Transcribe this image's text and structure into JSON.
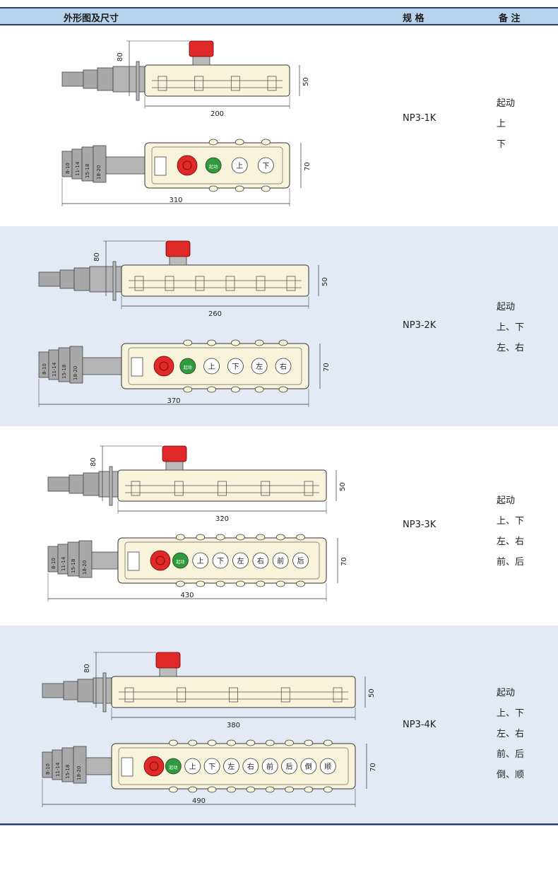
{
  "header": {
    "col_drawing": "外形图及尺寸",
    "col_spec": "规 格",
    "col_notes": "备 注"
  },
  "colors": {
    "header_bg": "#b8d4ec",
    "row_shade": "#e3eaf5",
    "body": "#f8f4dc",
    "estop": "#e02a2a",
    "start": "#2e9c3c"
  },
  "rows": [
    {
      "model": "NP3-1K",
      "notes": [
        "起动",
        "上",
        "下"
      ],
      "side": {
        "height": "80",
        "body_height": "50",
        "length": "200"
      },
      "front": {
        "width": "70",
        "length": "310"
      },
      "buttons": [
        "起动",
        "上",
        "下"
      ]
    },
    {
      "model": "NP3-2K",
      "notes": [
        "起动",
        "上、下",
        "左、右"
      ],
      "side": {
        "height": "80",
        "body_height": "50",
        "length": "260"
      },
      "front": {
        "width": "70",
        "length": "370"
      },
      "buttons": [
        "起动",
        "上",
        "下",
        "左",
        "右"
      ]
    },
    {
      "model": "NP3-3K",
      "notes": [
        "起动",
        "上、下",
        "左、右",
        "前、后"
      ],
      "side": {
        "height": "80",
        "body_height": "50",
        "length": "320"
      },
      "front": {
        "width": "70",
        "length": "430"
      },
      "buttons": [
        "起动",
        "上",
        "下",
        "左",
        "右",
        "前",
        "后"
      ]
    },
    {
      "model": "NP3-4K",
      "notes": [
        "起动",
        "上、下",
        "左、右",
        "前、后",
        "倒、顺"
      ],
      "side": {
        "height": "80",
        "body_height": "50",
        "length": "380"
      },
      "front": {
        "width": "70",
        "length": "490"
      },
      "buttons": [
        "起动",
        "上",
        "下",
        "左",
        "右",
        "前",
        "后",
        "倒",
        "顺"
      ]
    }
  ],
  "cable_labels": [
    "8-10",
    "11-14",
    "15-18",
    "18-20"
  ]
}
